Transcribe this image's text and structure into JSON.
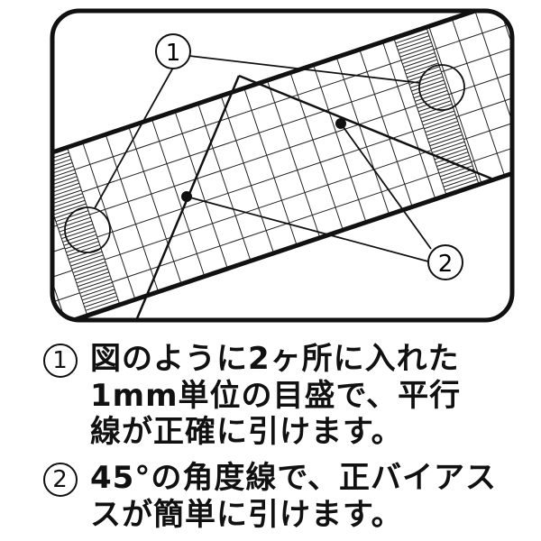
{
  "callouts": {
    "one": "1",
    "two": "2"
  },
  "notes": [
    {
      "marker": "1",
      "lines": [
        "図のように2ヶ所に入れた",
        "1mm単位の目盛で、平行",
        "線が正確に引けます。"
      ]
    },
    {
      "marker": "2",
      "lines": [
        "45°の角度線で、正バイアス",
        "スが簡単に引けます。"
      ]
    }
  ]
}
